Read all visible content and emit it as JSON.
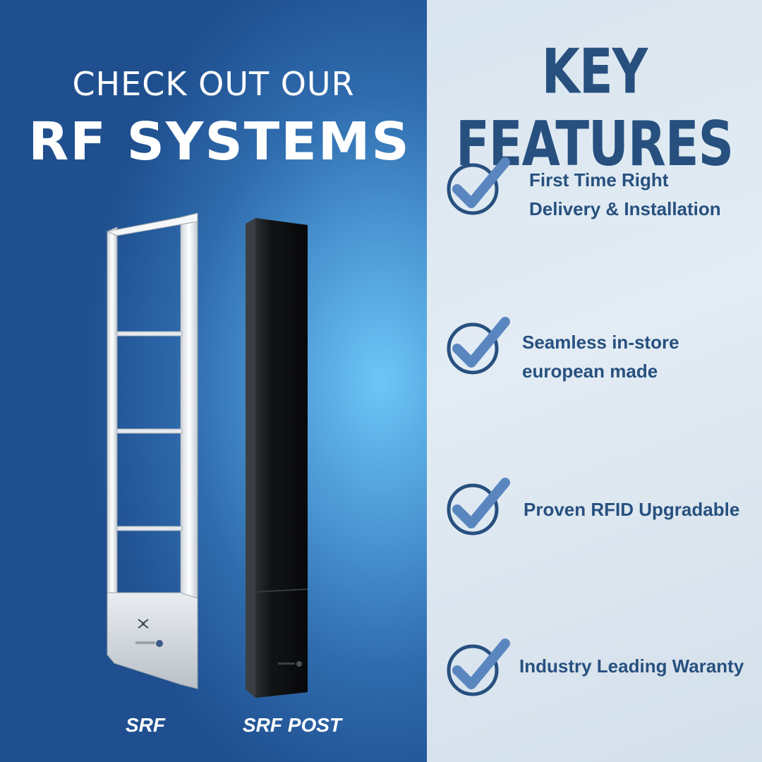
{
  "headline": {
    "line1": "CHECK OUT OUR",
    "line2": "RF SYSTEMS"
  },
  "products": [
    {
      "label": "SRF"
    },
    {
      "label": "SRF POST"
    }
  ],
  "features_panel": {
    "title": "KEY FEATURES",
    "items": [
      {
        "line1": "First Time Right",
        "line2": "Delivery & Installation",
        "icon": "checkmark-circle-icon"
      },
      {
        "line1": "Seamless in-store",
        "line2": "european made",
        "icon": "checkmark-circle-icon"
      },
      {
        "line1": "Proven RFID Upgradable",
        "line2": "",
        "icon": "checkmark-circle-icon"
      },
      {
        "line1": "Industry Leading Waranty",
        "line2": "",
        "icon": "checkmark-circle-icon"
      }
    ]
  },
  "colors": {
    "brand_navy": "#27507f",
    "check_blue": "#5a86c0",
    "left_bg_dark": "#1f4f8f",
    "left_bg_light": "#6cc6f7",
    "right_bg": "#dfe8f1"
  }
}
